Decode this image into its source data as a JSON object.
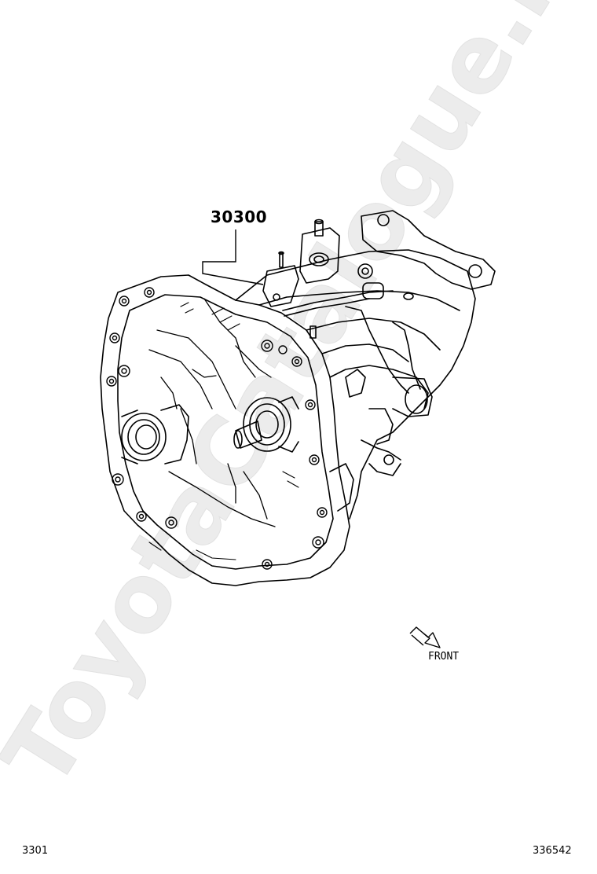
{
  "diagram": {
    "part_number": "30300",
    "direction_label": "FRONT",
    "illustration_code": "3301",
    "drawing_number": "336542",
    "watermark": "ToyotaCatalogue.ru",
    "watermark_color": "#e6e6e6",
    "line_color": "#000000"
  }
}
